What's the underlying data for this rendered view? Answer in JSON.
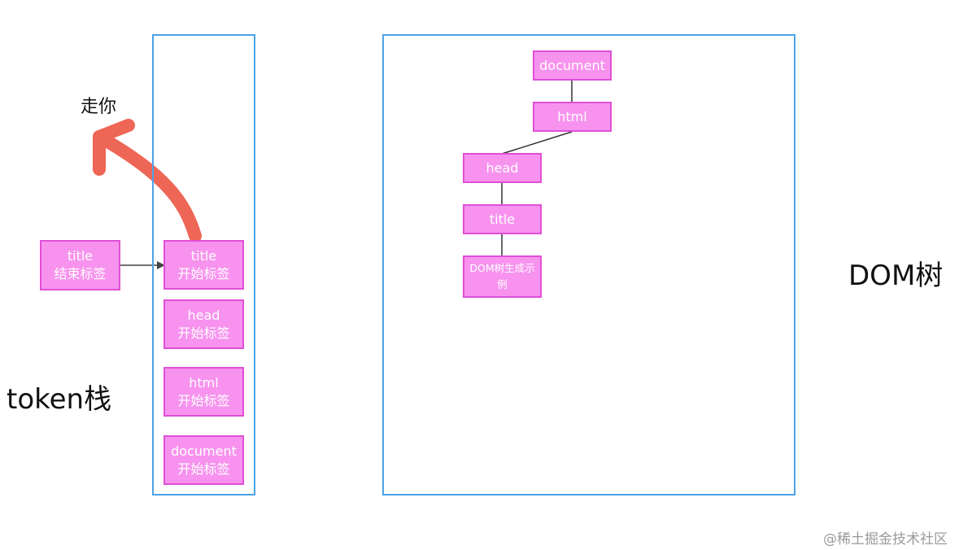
{
  "pop_label": "走你",
  "stack_label": "token栈",
  "dom_label": "DOM树",
  "watermark": "@稀土掘金技术社区",
  "incoming_token": {
    "name": "title",
    "kind": "结束标签"
  },
  "stack": [
    {
      "name": "title",
      "kind": "开始标签"
    },
    {
      "name": "head",
      "kind": "开始标签"
    },
    {
      "name": "html",
      "kind": "开始标签"
    },
    {
      "name": "document",
      "kind": "开始标签"
    }
  ],
  "dom_tree": [
    {
      "label": "document"
    },
    {
      "label": "html"
    },
    {
      "label": "head"
    },
    {
      "label": "title"
    },
    {
      "label": "DOM树生成示",
      "label2": "例"
    }
  ],
  "colors": {
    "frame": "#4da3e8",
    "node_fill": "#f793ee",
    "node_border": "#e04fd6",
    "pop_arrow": "#ee6655",
    "connector": "#333333"
  }
}
